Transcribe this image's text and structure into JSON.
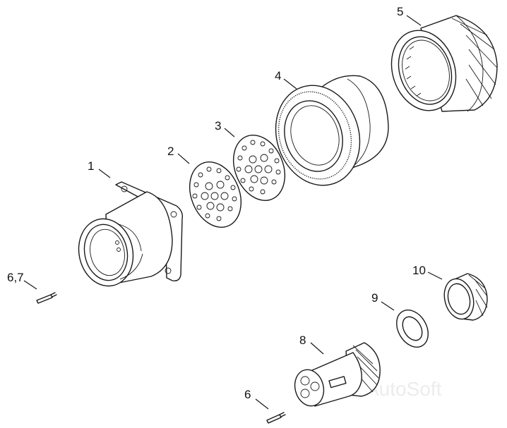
{
  "callouts": {
    "p1": "1",
    "p2": "2",
    "p3": "3",
    "p4": "4",
    "p5": "5",
    "p67": "6,7",
    "p8": "8",
    "p9": "9",
    "p10": "10",
    "p6": "6"
  },
  "watermark": "AutoSoft"
}
